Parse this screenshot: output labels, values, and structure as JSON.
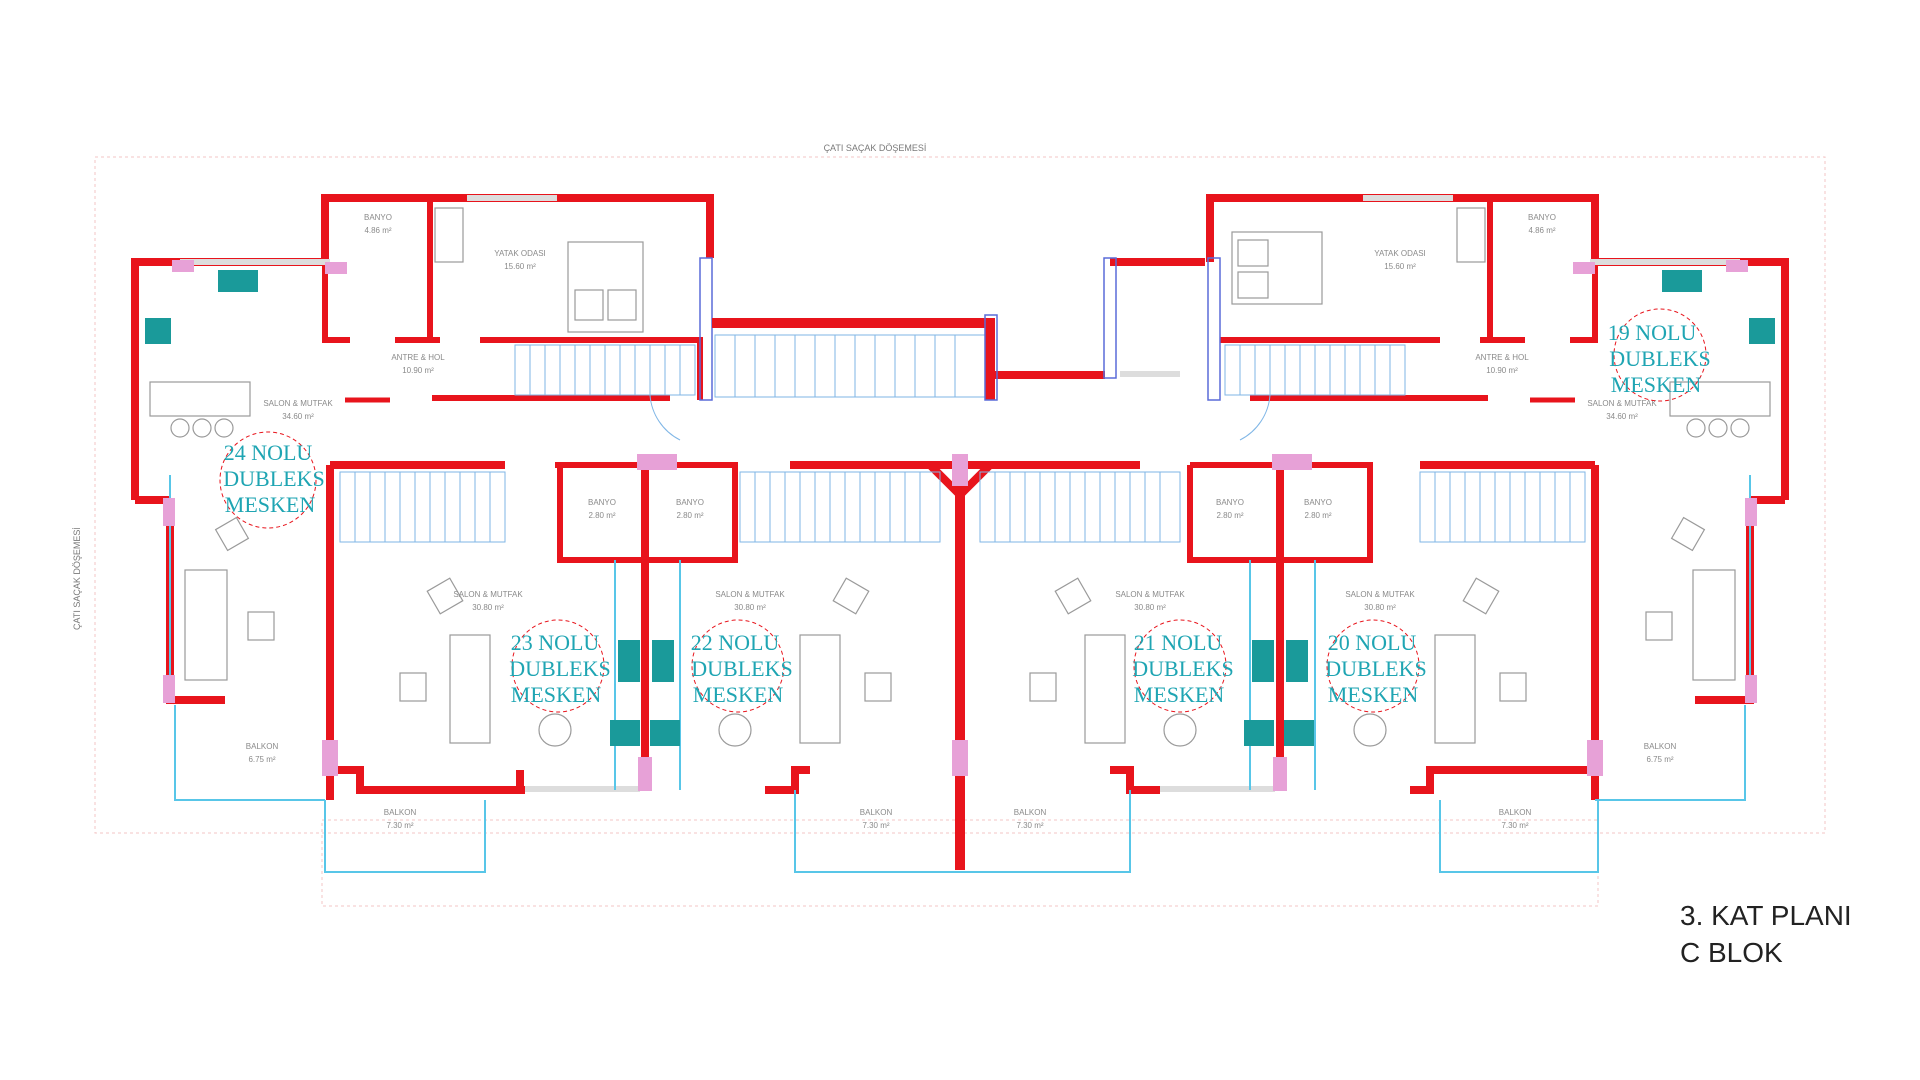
{
  "colors": {
    "wall": "#e8141c",
    "window": "#58c6e8",
    "column": "#e7a1d7",
    "unit_label": "#1fa5b3",
    "kitchen": "#1a9a9a"
  },
  "labels": {
    "roof_top": "ÇATI SAÇAK DÖŞEMESİ",
    "roof_side": "ÇATI SAÇAK DÖŞEMESİ"
  },
  "plan_title": {
    "line1": "3. KAT PLANI",
    "line2": "C BLOK"
  },
  "units": [
    {
      "l1": "24 NOLU",
      "l2": "DUBLEKS",
      "l3": "MESKEN"
    },
    {
      "l1": "23 NOLU",
      "l2": "DUBLEKS",
      "l3": "MESKEN"
    },
    {
      "l1": "22 NOLU",
      "l2": "DUBLEKS",
      "l3": "MESKEN"
    },
    {
      "l1": "21 NOLU",
      "l2": "DUBLEKS",
      "l3": "MESKEN"
    },
    {
      "l1": "20 NOLU",
      "l2": "DUBLEKS",
      "l3": "MESKEN"
    },
    {
      "l1": "19 NOLU",
      "l2": "DUBLEKS",
      "l3": "MESKEN"
    }
  ],
  "rooms": {
    "banyo_l": {
      "name": "BANYO",
      "area": "4.86 m²"
    },
    "yatak_l": {
      "name": "YATAK ODASI",
      "area": "15.60 m²"
    },
    "antre_l": {
      "name": "ANTRE & HOL",
      "area": "10.90 m²"
    },
    "salon_l": {
      "name": "SALON & MUTFAK",
      "area": "34.60 m²"
    },
    "banyo_r": {
      "name": "BANYO",
      "area": "4.86 m²"
    },
    "yatak_r": {
      "name": "YATAK ODASI",
      "area": "15.60 m²"
    },
    "antre_r": {
      "name": "ANTRE & HOL",
      "area": "10.90 m²"
    },
    "salon_r": {
      "name": "SALON & MUTFAK",
      "area": "34.60 m²"
    },
    "banyo_a": {
      "name": "BANYO",
      "area": "2.80 m²"
    },
    "banyo_b": {
      "name": "BANYO",
      "area": "2.80 m²"
    },
    "banyo_c": {
      "name": "BANYO",
      "area": "2.80 m²"
    },
    "banyo_d": {
      "name": "BANYO",
      "area": "2.80 m²"
    },
    "salon_23": {
      "name": "SALON & MUTFAK",
      "area": "30.80 m²"
    },
    "salon_22": {
      "name": "SALON & MUTFAK",
      "area": "30.80 m²"
    },
    "salon_21": {
      "name": "SALON & MUTFAK",
      "area": "30.80 m²"
    },
    "salon_20": {
      "name": "SALON & MUTFAK",
      "area": "30.80 m²"
    },
    "balkon_l": {
      "name": "BALKON",
      "area": "6.75 m²"
    },
    "balkon_r": {
      "name": "BALKON",
      "area": "6.75 m²"
    },
    "balkon_1": {
      "name": "BALKON",
      "area": "7.30 m²"
    },
    "balkon_2": {
      "name": "BALKON",
      "area": "7.30 m²"
    },
    "balkon_3": {
      "name": "BALKON",
      "area": "7.30 m²"
    },
    "balkon_4": {
      "name": "BALKON",
      "area": "7.30 m²"
    }
  }
}
